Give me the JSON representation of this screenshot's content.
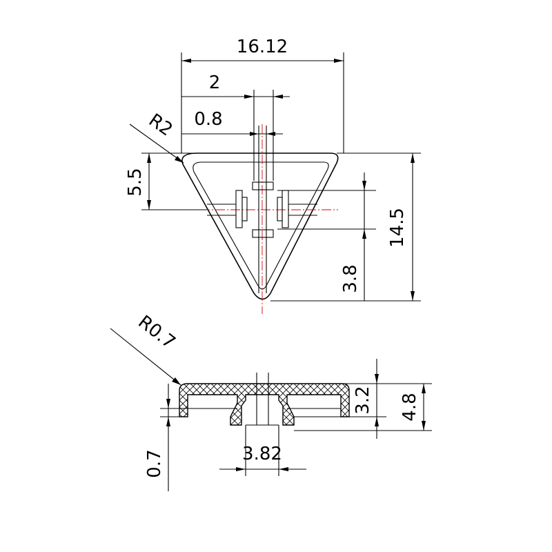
{
  "dimensions": {
    "overall_width": "16.12",
    "slot_spacing": "2",
    "slot_width": "0.8",
    "corner_radius_top": "R2",
    "top_offset": "5.5",
    "overall_height": "14.5",
    "lower_height": "3.8",
    "corner_radius_side": "R0.7",
    "cap_thickness": "3.2",
    "total_height": "4.8",
    "wall_thickness": "0.7",
    "stem_width": "3.82"
  }
}
